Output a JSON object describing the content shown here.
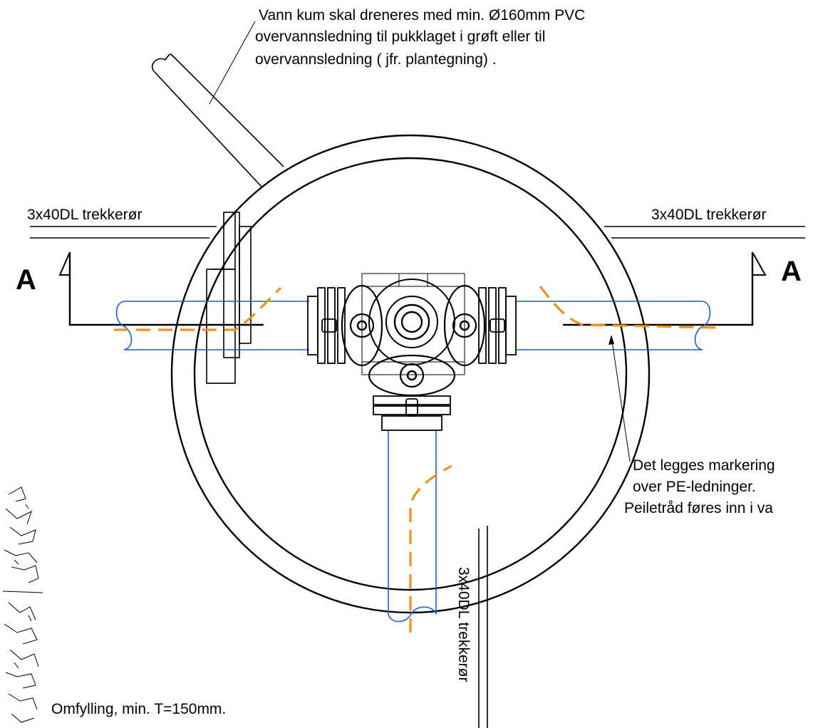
{
  "annotations": {
    "drain_note": {
      "line1": "Vann kum skal dreneres med min. Ø160mm PVC",
      "line2": "overvannsledning til pukklaget i grøft eller til",
      "line3": "overvannsledning  ( jfr. plantegning)   ."
    },
    "duct_left": "3x40DL trekkerør",
    "duct_right": "3x40DL trekkerør",
    "duct_bottom": "3x40DL trekkerør",
    "section_left": "A",
    "section_right": "A",
    "marking_note": {
      "line1": "Det legges markering",
      "line2": "over PE-ledninger.",
      "line3": "Peiletråd føres inn i va"
    },
    "backfill_note": "Omfylling, min. T=150mm."
  },
  "colors": {
    "pe_pipe": "#1f5bd6",
    "marking_tape": "#f0901a",
    "linework": "#000000"
  }
}
